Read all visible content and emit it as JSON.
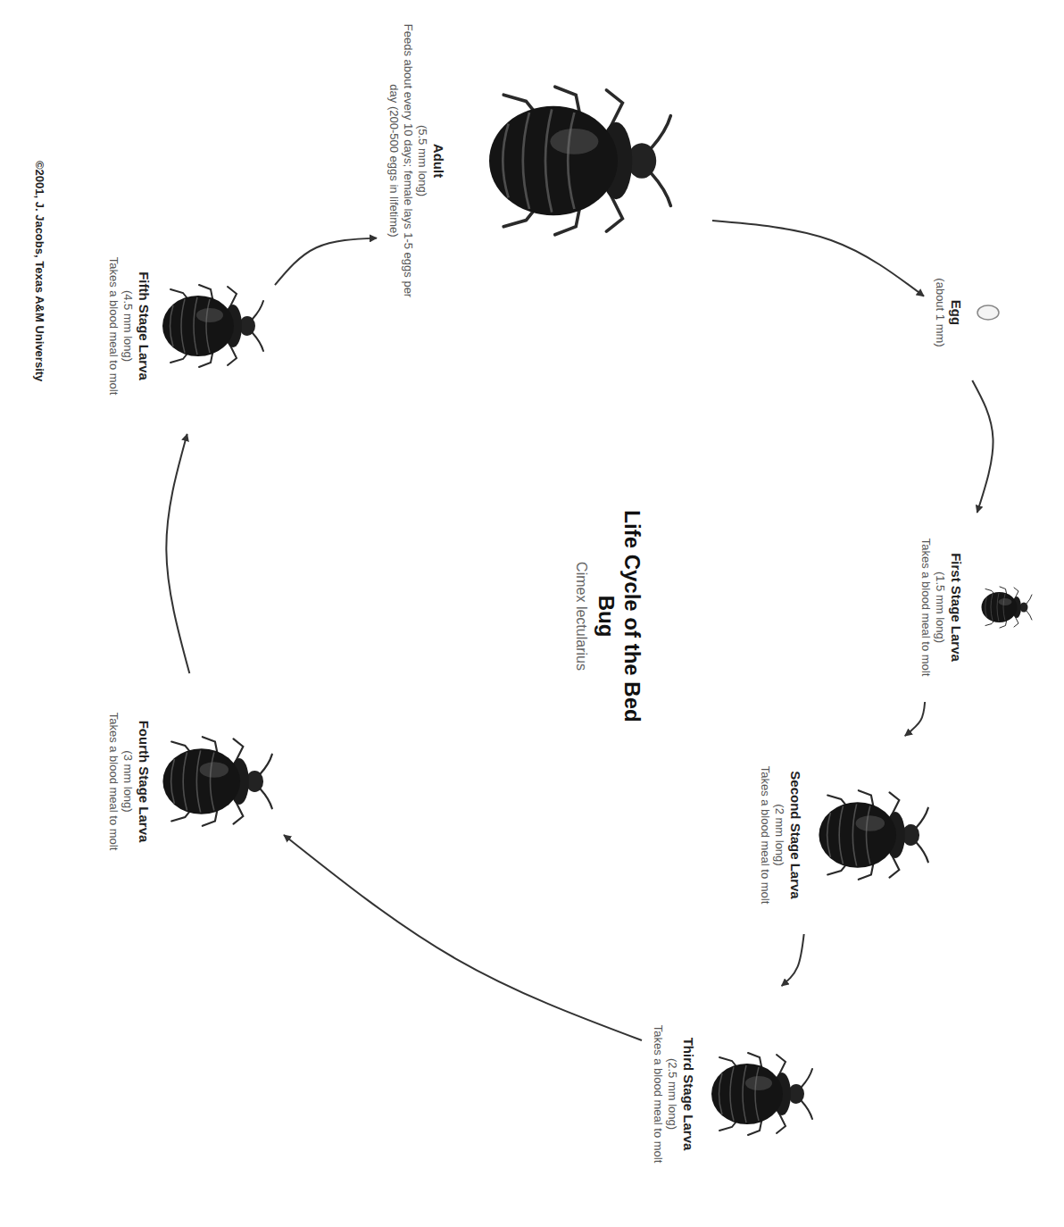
{
  "diagram": {
    "title": "Life Cycle of the Bed Bug",
    "nodes": [
      {
        "text": [
          "Egg",
          "(about 1 mm)"
        ]
      },
      {
        "text": [
          "First Stage Larva",
          "(1.5 mm long)",
          "Takes a blood meal to molt"
        ]
      },
      {
        "text": [
          "Second Stage Larva",
          "(2 mm long)",
          "Takes a blood meal to molt"
        ]
      },
      {
        "text": [
          "Third Stage Larva",
          "(2.5 mm long)",
          "Takes a blood meal to molt"
        ]
      },
      {
        "text": [
          "Fourth Stage Larva",
          "(3 mm long)",
          "Takes a blood meal to molt"
        ]
      },
      {
        "text": [
          "Fifth Stage Larva",
          "(4.5 mm long)",
          "Takes a blood meal to molt"
        ]
      },
      {
        "text": [
          "Adult",
          "(5.5 mm long)",
          "Feeds about every 10 days; female lays 1-5 eggs per day (200-500 eggs in lifetime)"
        ]
      }
    ],
    "edges": [
      {
        "from": 0,
        "to": 1,
        "arrow": "to"
      },
      {
        "from": 1,
        "to": 2,
        "arrow": "to"
      },
      {
        "from": 2,
        "to": 3,
        "arrow": "to"
      },
      {
        "from": 3,
        "to": 4,
        "arrow": "to"
      },
      {
        "from": 4,
        "to": 5,
        "arrow": "to"
      },
      {
        "from": 5,
        "to": 6,
        "arrow": "to"
      },
      {
        "from": 6,
        "to": 0,
        "arrow": "to"
      }
    ],
    "labels": [
      "Cimex lectularius",
      "©2001, J. Jacobs, Texas A&M University"
    ]
  }
}
